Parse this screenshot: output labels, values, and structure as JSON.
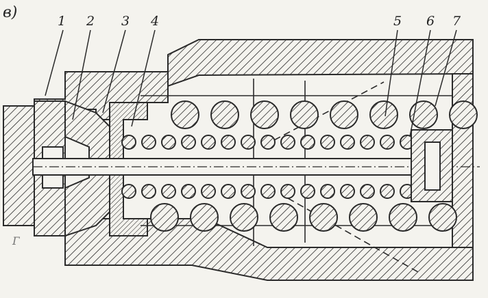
{
  "figure": {
    "letter": "в)",
    "part_numbers": [
      "1",
      "2",
      "3",
      "4",
      "5",
      "6",
      "7"
    ],
    "stray_marks": [
      "Г"
    ]
  },
  "colors": {
    "paper": "#f4f3ee",
    "ink": "#2a2a2a"
  }
}
